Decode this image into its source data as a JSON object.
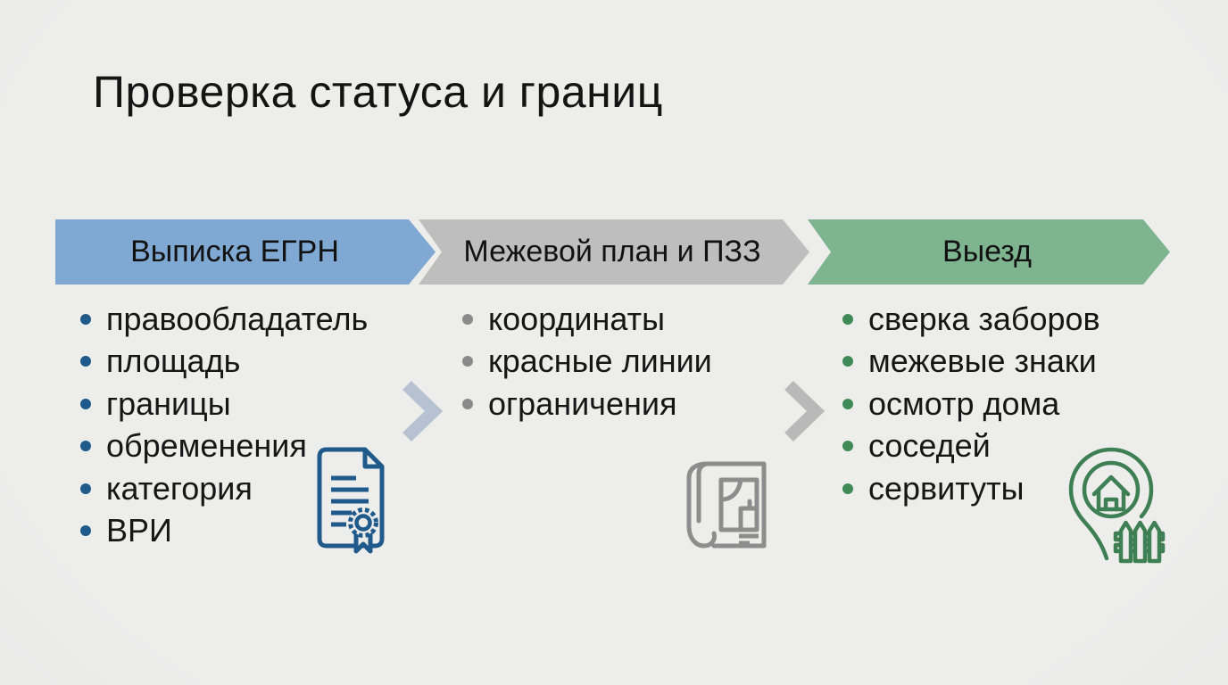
{
  "slide": {
    "title": "Проверка статуса и границ",
    "background_color": "#ebebea",
    "text_color": "#161616"
  },
  "columns": [
    {
      "header": "Выписка ЕГРН",
      "arrow_color": "#7fa8d2",
      "bullet_color": "#1f5a8a",
      "icon": "certificate-document-icon",
      "icon_color": "#1f5a8b",
      "items": [
        "правообладатель",
        "площадь",
        "границы",
        "обременения",
        "категория",
        "ВРИ"
      ]
    },
    {
      "header": "Межевой план и ПЗЗ",
      "arrow_color": "#bebebe",
      "bullet_color": "#8a8a8a",
      "icon": "blueprint-plan-icon",
      "icon_color": "#8d8d8d",
      "items": [
        "координаты",
        "красные линии",
        "ограничения"
      ]
    },
    {
      "header": "Выезд",
      "arrow_color": "#7eb590",
      "bullet_color": "#3f8a57",
      "icon": "location-pin-house-fence-icon",
      "icon_color": "#3e7f54",
      "items": [
        "сверка заборов",
        "межевые знаки",
        "осмотр дома",
        "соседей",
        "сервитуты"
      ]
    }
  ],
  "dividers": [
    {
      "icon": "chevron-right-icon",
      "color": "#b6c2d2"
    },
    {
      "icon": "chevron-right-icon",
      "color": "#b9b9b9"
    }
  ]
}
